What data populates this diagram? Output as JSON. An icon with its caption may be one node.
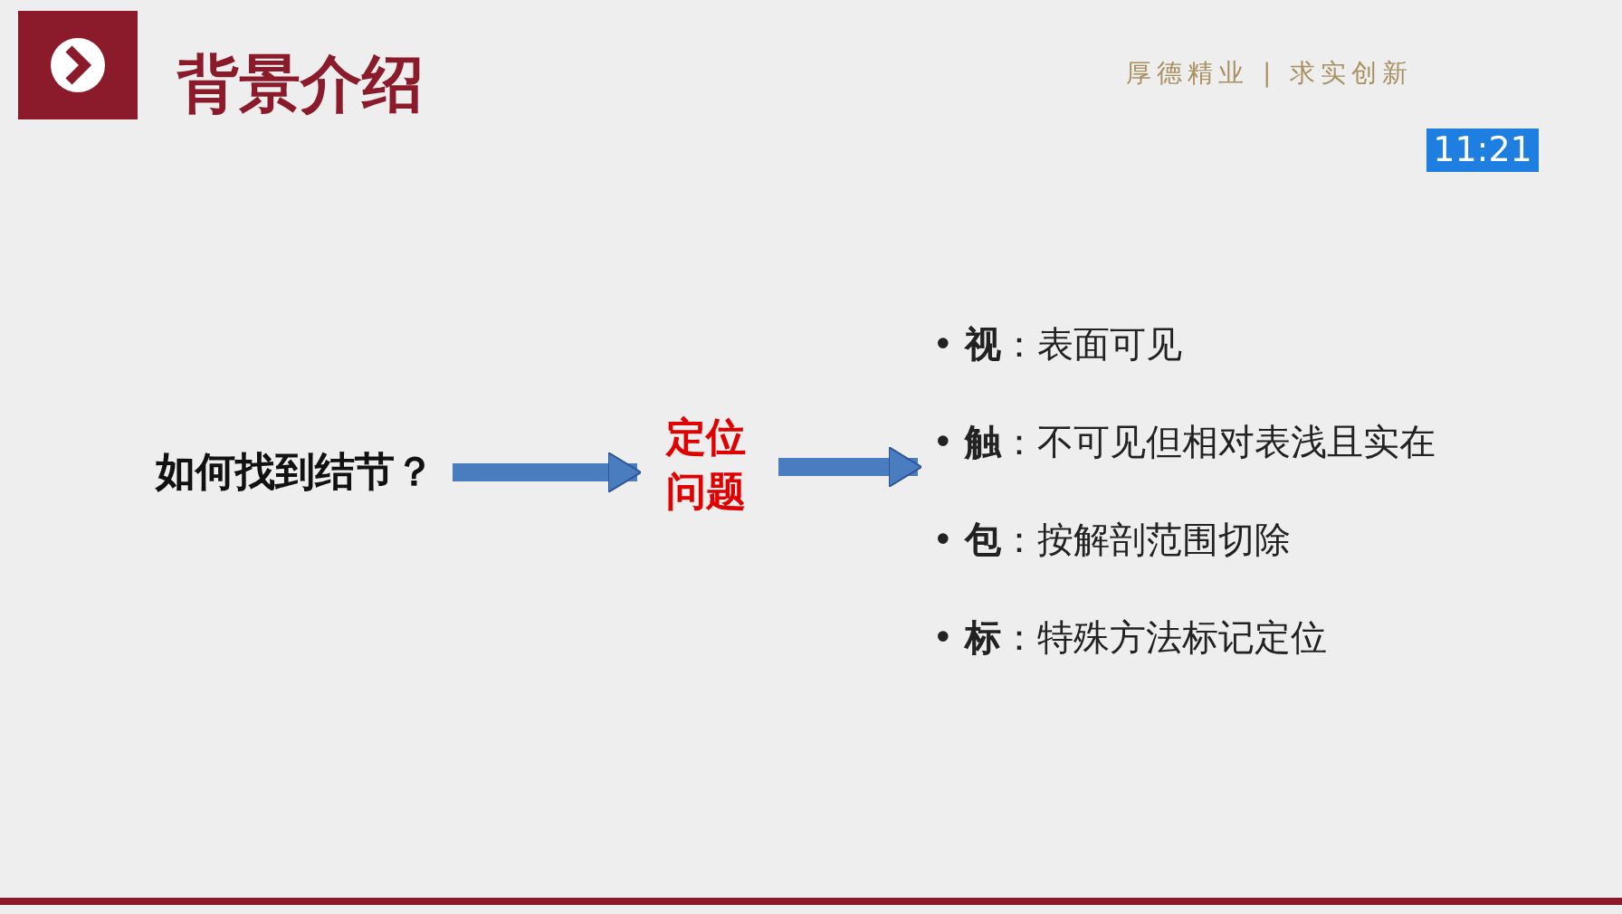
{
  "diagram": {
    "title": "背景介绍",
    "nodes": [
      {
        "text": [
          "如何找到结节？"
        ]
      },
      {
        "text": [
          "定位问题"
        ]
      },
      {
        "text": [
          "• **视**：表面可见",
          "• **触**：不可见但相对表浅且实在",
          "• **包**：按解剖范围切除",
          "• **标**：特殊方法标记定位"
        ]
      }
    ],
    "edges": [
      {
        "from": 0,
        "to": 1,
        "arrow": "to"
      },
      {
        "from": 1,
        "to": 2,
        "arrow": "to"
      }
    ],
    "labels": [
      "厚德精业 | 求实创新",
      "11:21"
    ]
  }
}
